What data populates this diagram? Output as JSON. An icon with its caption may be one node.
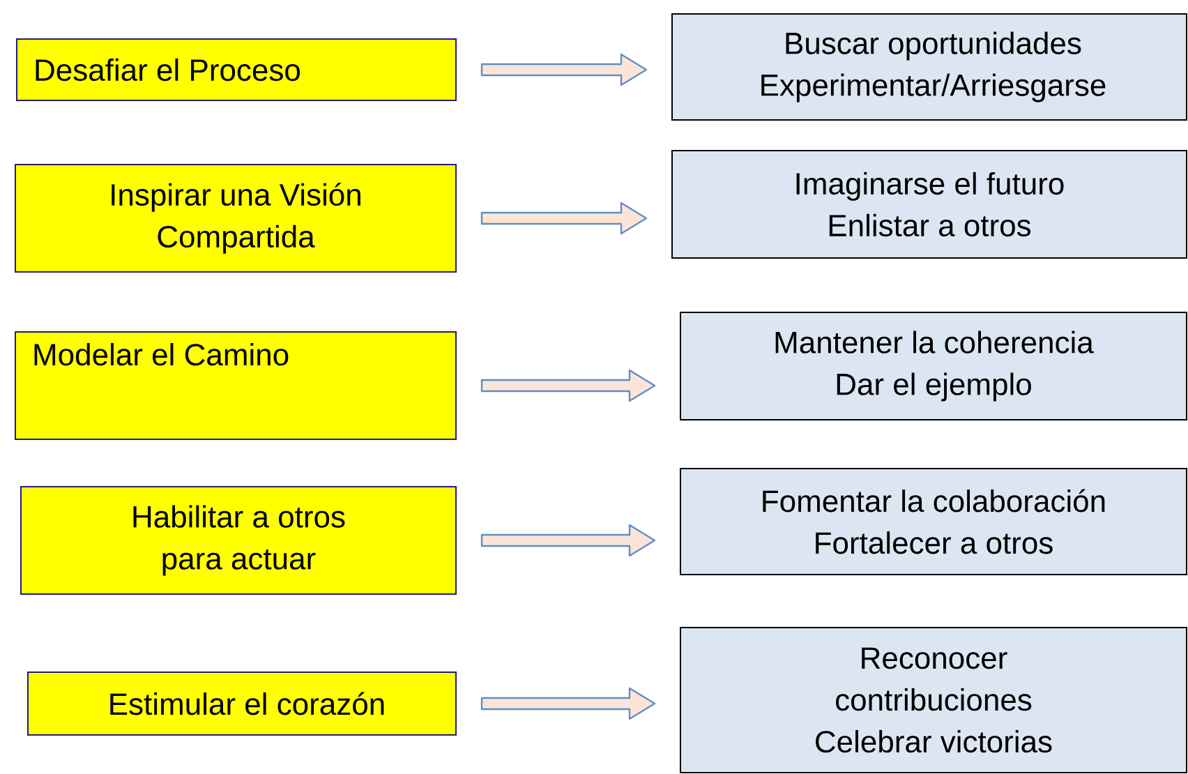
{
  "diagram": {
    "nodes": [
      {
        "text": [
          "Desafiar el Proceso"
        ]
      },
      {
        "text": [
          "Inspirar una Visión Compartida"
        ]
      },
      {
        "text": [
          "Modelar el Camino"
        ]
      },
      {
        "text": [
          "Habilitar a otros para actuar"
        ]
      },
      {
        "text": [
          "Estimular el corazón"
        ]
      },
      {
        "text": [
          "Buscar oportunidades Experimentar/Arriesgarse"
        ]
      },
      {
        "text": [
          "Imaginarse el futuro Enlistar a otros"
        ]
      },
      {
        "text": [
          "Mantener la coherencia Dar el ejemplo"
        ]
      },
      {
        "text": [
          "Fomentar la colaboración Fortalecer a otros"
        ]
      },
      {
        "text": [
          "Reconocer contribuciones Celebrar victorias"
        ]
      }
    ],
    "edges": [
      {
        "from": 0,
        "to": 5,
        "arrow": "to"
      },
      {
        "from": 1,
        "to": 6,
        "arrow": "to"
      },
      {
        "from": 2,
        "to": 7,
        "arrow": "to"
      },
      {
        "from": 3,
        "to": 8,
        "arrow": "to"
      },
      {
        "from": 4,
        "to": 9,
        "arrow": "to"
      }
    ]
  }
}
